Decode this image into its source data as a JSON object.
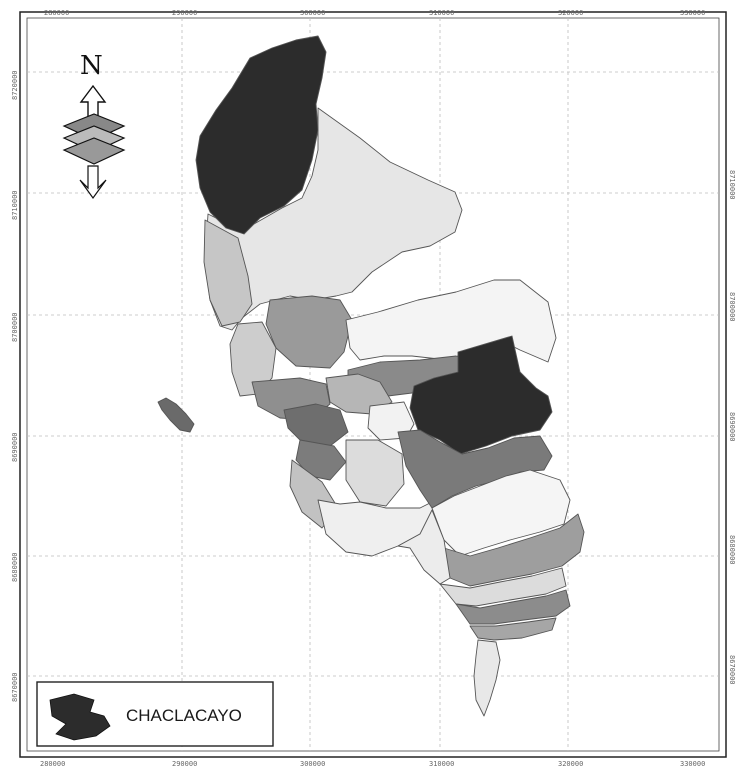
{
  "legend": {
    "label": "CHACLACAYO",
    "swatch_color": "#2c2c2c"
  },
  "north_arrow": {
    "letter": "N"
  },
  "grid": {
    "top_ticks": [
      "280000",
      "290000",
      "300000",
      "310000",
      "320000",
      "330000"
    ],
    "bottom_ticks": [
      "280000",
      "290000",
      "300000",
      "310000",
      "320000",
      "330000"
    ],
    "left_ticks": [
      "8720000",
      "8710000",
      "8700000",
      "8690000",
      "8680000",
      "8670000"
    ],
    "right_ticks": [
      "8710000",
      "8700000",
      "8690000",
      "8680000",
      "8670000"
    ]
  },
  "colors": {
    "highlight": "#2c2c2c",
    "dark": "#6e6e6e",
    "mid": "#9a9a9a",
    "light": "#c6c6c6",
    "pale": "#e6e6e6",
    "blank": "#fbfbfb",
    "grid_line": "#bdbdbd"
  }
}
